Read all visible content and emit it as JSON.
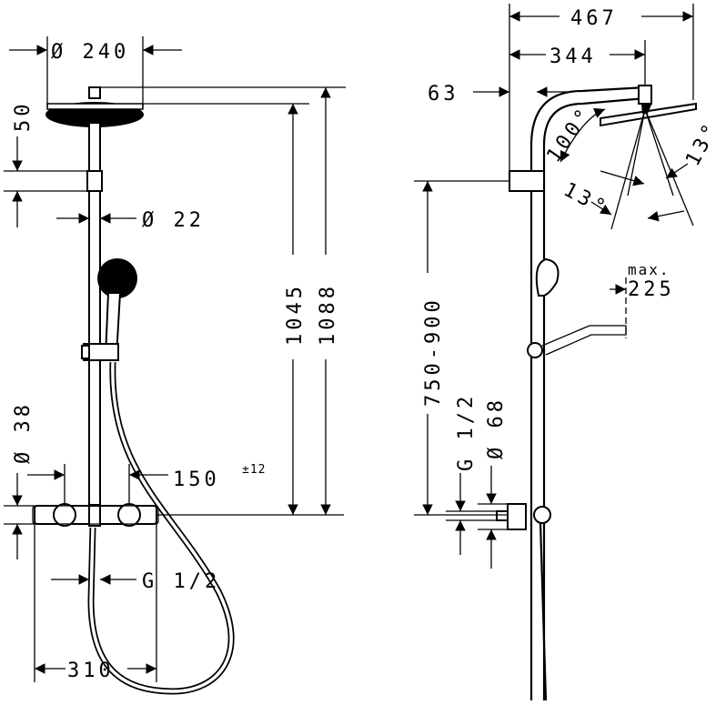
{
  "front_view": {
    "head_diameter": "Ø 240",
    "head_height": "50",
    "pipe_diameter": "Ø 22",
    "total_height_inner": "1045",
    "total_height_outer": "1088",
    "mixer_diameter": "Ø 38",
    "mixer_offset": "150",
    "mixer_offset_tolerance": "±12",
    "connection_thread": "G 1/2",
    "width": "310"
  },
  "side_view": {
    "projection_total": "467",
    "projection_arm": "344",
    "arm_offset": "63",
    "angle_pivot": "100°",
    "angle_tilt_left": "13°",
    "angle_tilt_right": "13°",
    "max_label": "max.",
    "max_value": "225",
    "height_range": "750-900",
    "connection_thread": "G 1/2",
    "connection_diameter": "Ø 68"
  }
}
